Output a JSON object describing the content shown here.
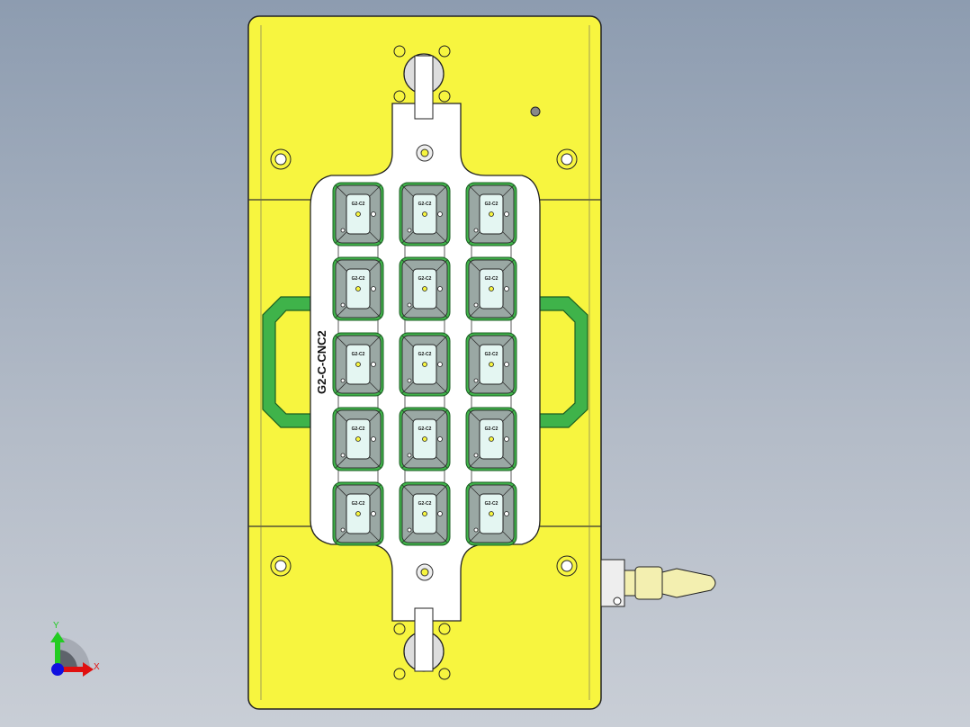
{
  "part_label": "G2-C-CNC2",
  "cavity_label": "G2-C2",
  "cavity_grid": {
    "rows": 5,
    "columns": 3
  },
  "triad": {
    "x_label": "X",
    "y_label": "Y"
  },
  "colors": {
    "plate": "#f7f53f",
    "pocket": "#ffffff",
    "handle": "#3fb34a",
    "cavity": "#9aa8a4",
    "cavity_window": "#e4f6f2",
    "background_top": "#8d9cb0",
    "background_bottom": "#c9ced6",
    "axis_x": "#e01010",
    "axis_y": "#22cc22",
    "axis_z": "#1010e0"
  }
}
